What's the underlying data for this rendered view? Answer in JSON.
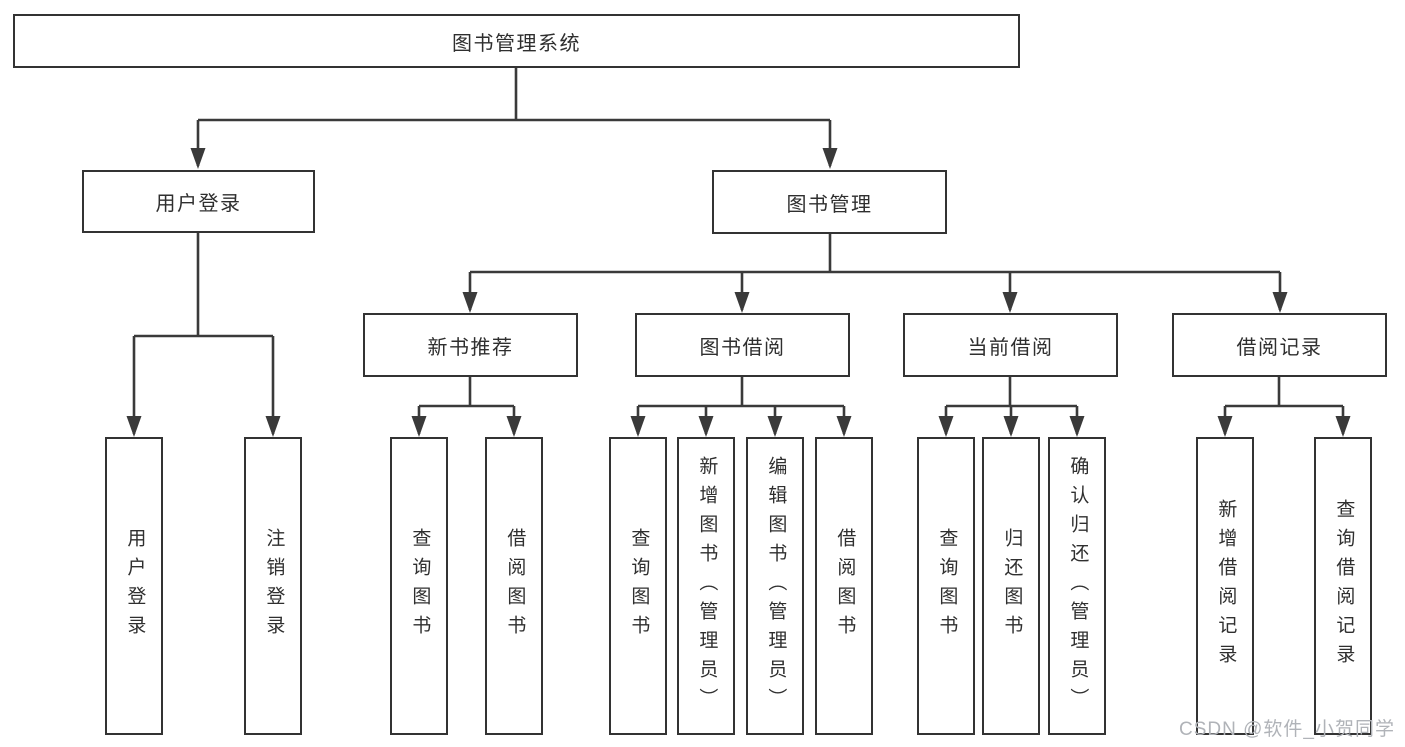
{
  "tree": {
    "root": {
      "label": "图书管理系统"
    },
    "branches": [
      {
        "label": "用户登录",
        "children": [
          {
            "label": "用户登录"
          },
          {
            "label": "注销登录"
          }
        ]
      },
      {
        "label": "图书管理",
        "children": [
          {
            "label": "新书推荐",
            "children": [
              {
                "label": "查询图书"
              },
              {
                "label": "借阅图书"
              }
            ]
          },
          {
            "label": "图书借阅",
            "children": [
              {
                "label": "查询图书"
              },
              {
                "label": "新增图书（管理员）"
              },
              {
                "label": "编辑图书（管理员）"
              },
              {
                "label": "借阅图书"
              }
            ]
          },
          {
            "label": "当前借阅",
            "children": [
              {
                "label": "查询图书"
              },
              {
                "label": "归还图书"
              },
              {
                "label": "确认归还（管理员）"
              }
            ]
          },
          {
            "label": "借阅记录",
            "children": [
              {
                "label": "新增借阅记录"
              },
              {
                "label": "查询借阅记录"
              }
            ]
          }
        ]
      }
    ]
  },
  "watermark": "CSDN @软件_小贺同学",
  "colors": {
    "line": "#3a3a3a",
    "box_border": "#333333",
    "text": "#2f2f2f",
    "background": "#ffffff",
    "watermark": "#b0b3b8"
  }
}
